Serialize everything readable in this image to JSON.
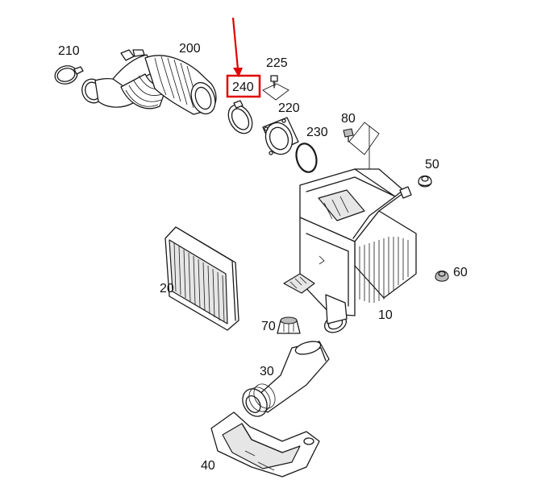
{
  "diagram": {
    "highlight_color": "#e00000",
    "highlighted_part": "240",
    "parts": [
      {
        "id": "210",
        "label": "210",
        "icon": "hose-clamp"
      },
      {
        "id": "200",
        "label": "200",
        "icon": "intake-hose"
      },
      {
        "id": "225",
        "label": "225",
        "icon": "bolt"
      },
      {
        "id": "240",
        "label": "240",
        "icon": "hose-clamp"
      },
      {
        "id": "220",
        "label": "220",
        "icon": "flange"
      },
      {
        "id": "230",
        "label": "230",
        "icon": "o-ring"
      },
      {
        "id": "80",
        "label": "80",
        "icon": "bolt"
      },
      {
        "id": "50",
        "label": "50",
        "icon": "grommet"
      },
      {
        "id": "60",
        "label": "60",
        "icon": "grommet"
      },
      {
        "id": "20",
        "label": "20",
        "icon": "air-filter-element"
      },
      {
        "id": "10",
        "label": "10",
        "icon": "air-filter-housing"
      },
      {
        "id": "70",
        "label": "70",
        "icon": "rubber-mount"
      },
      {
        "id": "30",
        "label": "30",
        "icon": "intake-duct"
      },
      {
        "id": "40",
        "label": "40",
        "icon": "intake-scoop"
      }
    ]
  }
}
